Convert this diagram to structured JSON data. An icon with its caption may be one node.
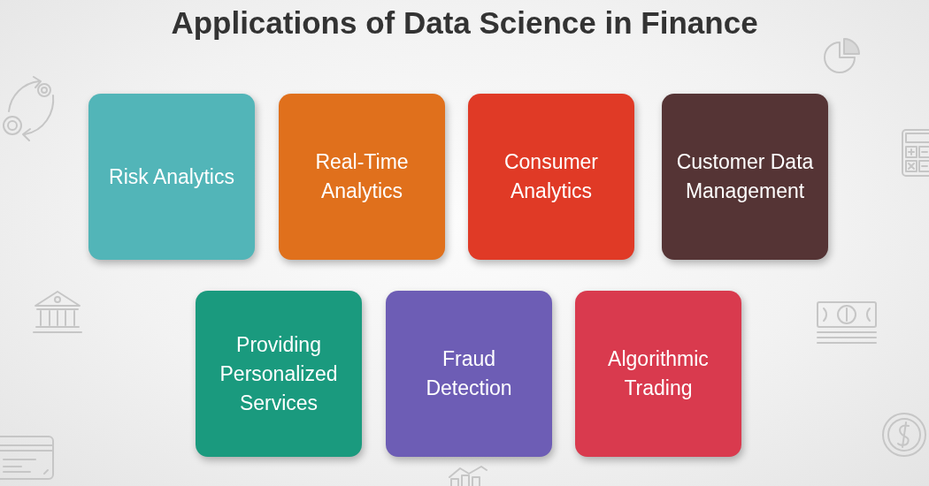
{
  "diagram": {
    "title": "Applications of Data Science in Finance",
    "nodes": [
      {
        "text": [
          "Risk Analytics"
        ]
      },
      {
        "text": [
          "Real-Time Analytics"
        ]
      },
      {
        "text": [
          "Consumer Analytics"
        ]
      },
      {
        "text": [
          "Customer Data Management"
        ]
      },
      {
        "text": [
          "Providing Personalized Services"
        ]
      },
      {
        "text": [
          "Fraud Detection"
        ]
      },
      {
        "text": [
          "Algorithmic Trading"
        ]
      }
    ]
  }
}
